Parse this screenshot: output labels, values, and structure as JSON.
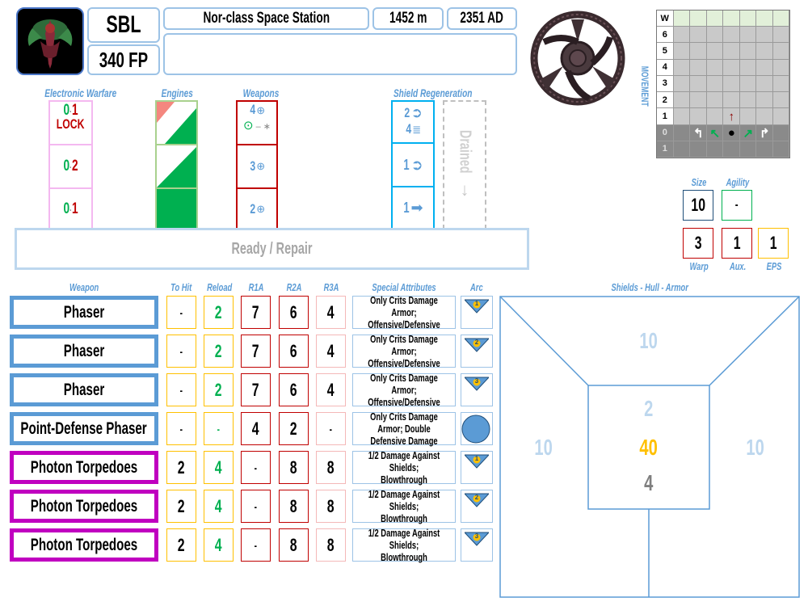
{
  "header": {
    "code": "SBL",
    "fp": "340 FP",
    "class_name": "Nor-class Space Station",
    "length": "1452 m",
    "year": "2351 AD",
    "notes": ""
  },
  "ew": {
    "title": "Electronic Warfare",
    "slots": [
      {
        "a": "0",
        "b": "1",
        "tag": "LOCK"
      },
      {
        "a": "0",
        "b": "2",
        "tag": ""
      },
      {
        "a": "0",
        "b": "1",
        "tag": ""
      }
    ]
  },
  "engines": {
    "title": "Engines"
  },
  "weapons_sys": {
    "title": "Weapons",
    "slots": [
      {
        "num": "4",
        "extra": "– ∗"
      },
      {
        "num": "3",
        "extra": ""
      },
      {
        "num": "2",
        "extra": ""
      }
    ]
  },
  "shield_regen": {
    "title": "Shield Regeneration",
    "slots": [
      {
        "num": "2",
        "num2": "4"
      },
      {
        "num": "1"
      },
      {
        "num": "1"
      }
    ],
    "drained": "Drained"
  },
  "ready_repair": "Ready  /  Repair",
  "movement": {
    "title": "MOVEMENT",
    "rows": [
      "W",
      "6",
      "5",
      "4",
      "3",
      "2",
      "1",
      "0",
      "1"
    ]
  },
  "stats": {
    "size_label": "Size",
    "size": "10",
    "agility_label": "Agility",
    "agility": "-",
    "warp_label": "Warp",
    "warp": "3",
    "aux_label": "Aux.",
    "aux": "1",
    "eps_label": "EPS",
    "eps": "1"
  },
  "weapons_table": {
    "headers": {
      "weapon": "Weapon",
      "tohit": "To Hit",
      "reload": "Reload",
      "r1a": "R1A",
      "r2a": "R2A",
      "r3a": "R3A",
      "special": "Special Attributes",
      "arc": "Arc"
    },
    "rows": [
      {
        "name": "Phaser",
        "tohit": "-",
        "reload": "2",
        "r1a": "7",
        "r2a": "6",
        "r3a": "4",
        "special": "Only Crits Damage Armor; Offensive/Defensive",
        "arc": "1",
        "type": "phaser"
      },
      {
        "name": "Phaser",
        "tohit": "-",
        "reload": "2",
        "r1a": "7",
        "r2a": "6",
        "r3a": "4",
        "special": "Only Crits Damage Armor; Offensive/Defensive",
        "arc": "2",
        "type": "phaser"
      },
      {
        "name": "Phaser",
        "tohit": "-",
        "reload": "2",
        "r1a": "7",
        "r2a": "6",
        "r3a": "4",
        "special": "Only Crits Damage Armor; Offensive/Defensive",
        "arc": "3",
        "type": "phaser"
      },
      {
        "name": "Point-Defense Phaser",
        "tohit": "-",
        "reload": "-",
        "r1a": "4",
        "r2a": "2",
        "r3a": "-",
        "special": "Only Crits Damage Armor; Double Defensive Damage",
        "arc": "",
        "type": "pd"
      },
      {
        "name": "Photon Torpedoes",
        "tohit": "2",
        "reload": "4",
        "r1a": "-",
        "r2a": "8",
        "r3a": "8",
        "special": "1/2 Damage Against Shields; Blowthrough",
        "arc": "1",
        "type": "torp"
      },
      {
        "name": "Photon Torpedoes",
        "tohit": "2",
        "reload": "4",
        "r1a": "-",
        "r2a": "8",
        "r3a": "8",
        "special": "1/2 Damage Against Shields; Blowthrough",
        "arc": "2",
        "type": "torp"
      },
      {
        "name": "Photon Torpedoes",
        "tohit": "2",
        "reload": "4",
        "r1a": "-",
        "r2a": "8",
        "r3a": "8",
        "special": "1/2 Damage Against Shields; Blowthrough",
        "arc": "3",
        "type": "torp"
      }
    ]
  },
  "shields": {
    "title": "Shields - Hull - Armor",
    "front": "10",
    "left": "10",
    "right": "10",
    "center_shield": "2",
    "hull": "40",
    "armor": "4"
  },
  "colors": {
    "accent": "#5b9bd5",
    "torp": "#c000c0",
    "green": "#00b050",
    "red": "#c00000",
    "gold": "#ffc000"
  }
}
